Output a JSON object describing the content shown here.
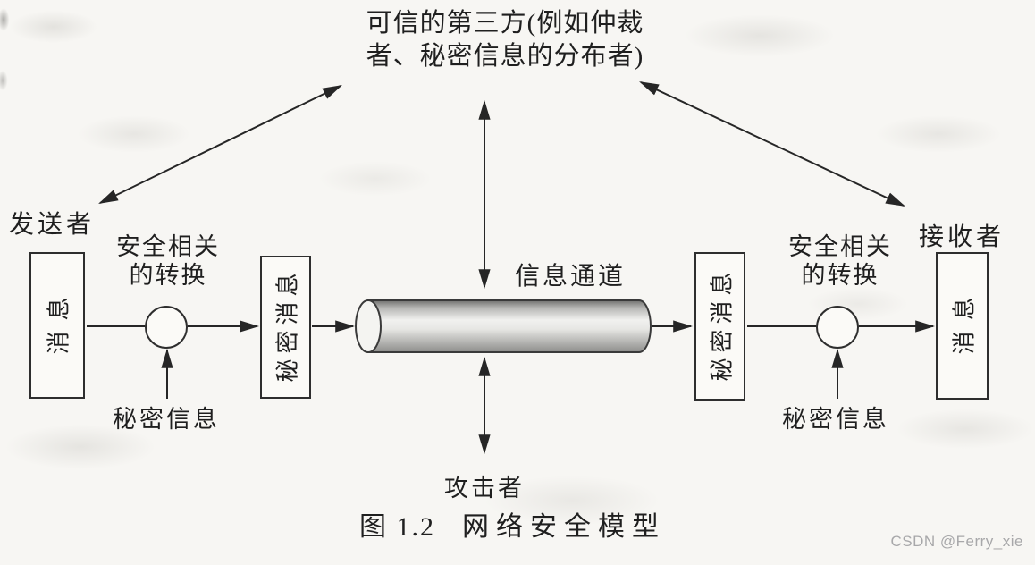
{
  "figure": {
    "trusted_third_party": {
      "line1": "可信的第三方(例如仲裁",
      "line2": "者、秘密信息的分布者)"
    },
    "labels": {
      "sender": "发送者",
      "receiver": "接收者",
      "message": "消息",
      "secret_message": "秘密消息",
      "transform_line1": "安全相关",
      "transform_line2": "的转换",
      "secret_info": "秘密信息",
      "channel": "信息通道",
      "attacker": "攻击者"
    },
    "caption": {
      "figure_no": "图 1.2",
      "title": "网络安全模型"
    },
    "watermark": "CSDN @Ferry_xie",
    "colors": {
      "ink": "#1f1f1f",
      "line": "#262626",
      "paper": "#f7f6f3",
      "watermark": "#a8a8aa",
      "cylinder_light": "#f1f1ef",
      "cylinder_dark": "#8d8d8b"
    }
  }
}
